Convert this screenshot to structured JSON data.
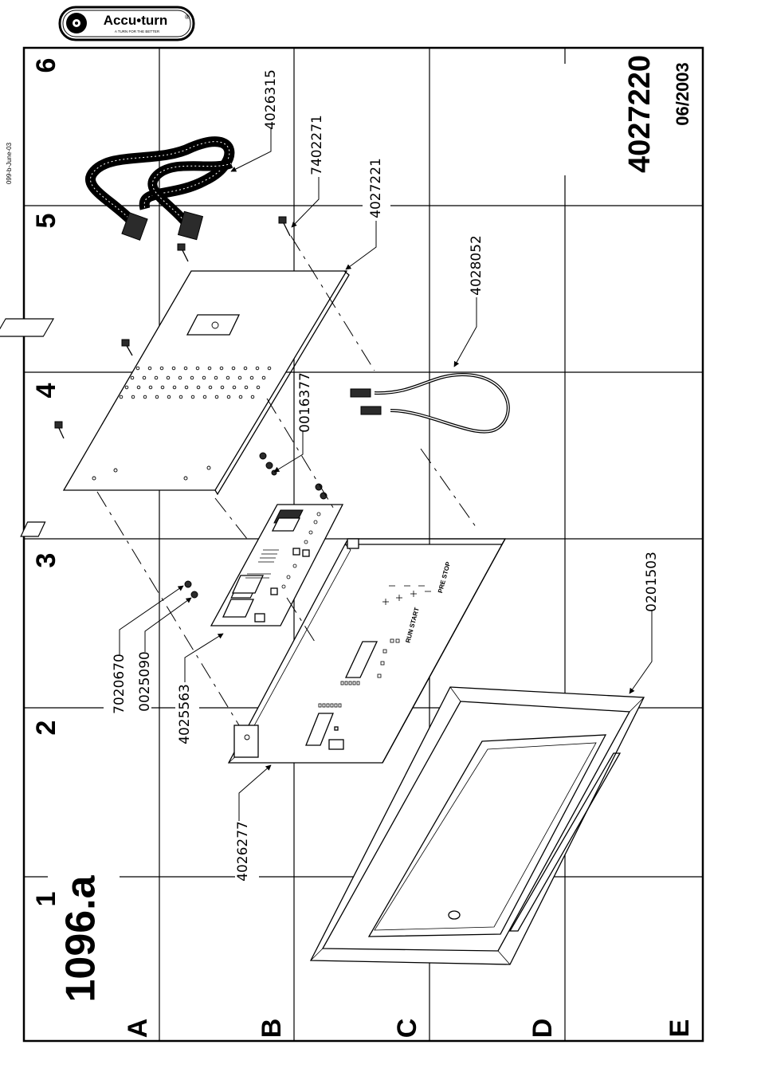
{
  "logo": {
    "brand": "Accu•turn",
    "registered": "®",
    "tagline": "A TURN FOR THE BETTER"
  },
  "side_note": "099-b-June-03",
  "drawing": {
    "figure_number": "1096.a",
    "assembly_number": "4027220",
    "date": "06/2003"
  },
  "grid": {
    "columns": [
      "1",
      "2",
      "3",
      "4",
      "5",
      "6"
    ],
    "rows": [
      "A",
      "B",
      "C",
      "D",
      "E"
    ]
  },
  "parts": [
    {
      "id": "4026315"
    },
    {
      "id": "7402271"
    },
    {
      "id": "4027221"
    },
    {
      "id": "4028052"
    },
    {
      "id": "0016377"
    },
    {
      "id": "7020670"
    },
    {
      "id": "0025090"
    },
    {
      "id": "4025563"
    },
    {
      "id": "4026277"
    },
    {
      "id": "0201503"
    }
  ],
  "panel_text": {
    "run_start": "RUN START",
    "pre_stop": "PRE STOP"
  }
}
